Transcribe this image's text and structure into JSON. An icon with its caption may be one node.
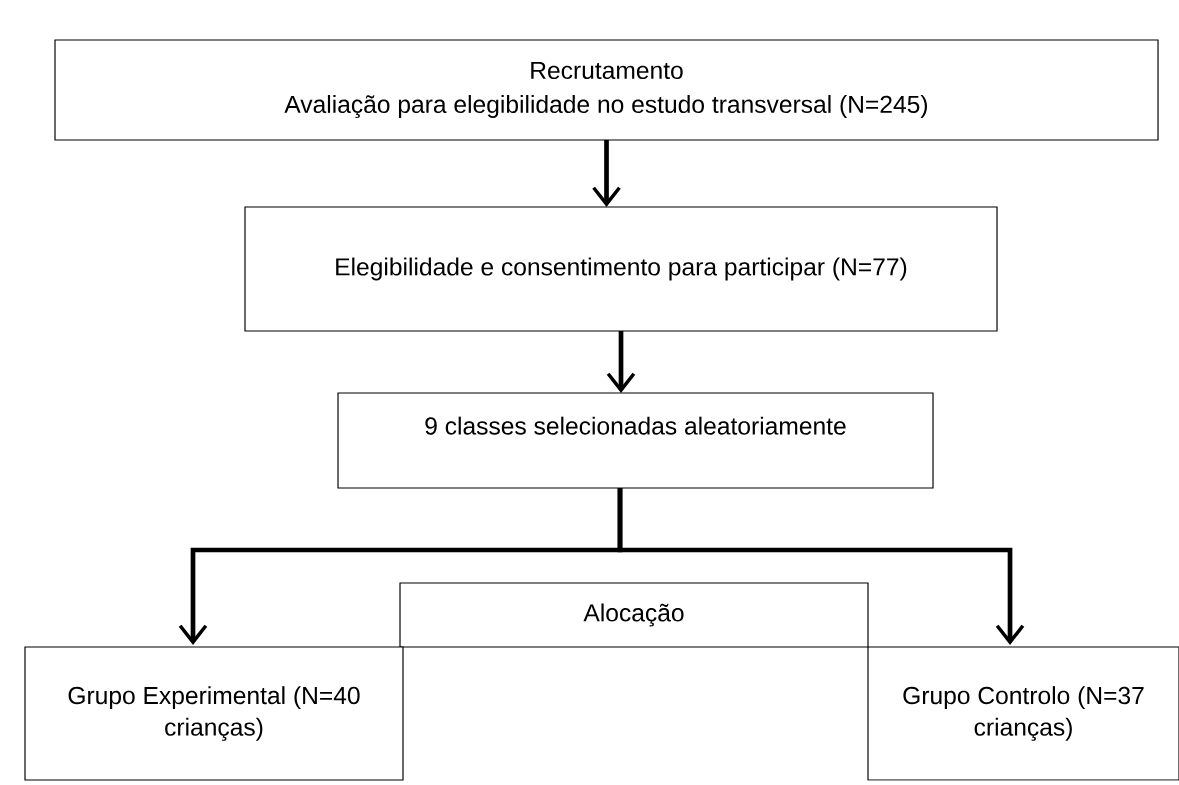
{
  "diagram": {
    "nodes": [
      {
        "text": [
          "Recrutamento",
          "Avaliação para elegibilidade no estudo transversal (N=245)"
        ]
      },
      {
        "text": [
          "Elegibilidade e consentimento para participar (N=77)"
        ]
      },
      {
        "text": [
          "9 classes selecionadas aleatoriamente"
        ]
      },
      {
        "text": [
          "Alocação"
        ]
      },
      {
        "text": [
          "Grupo Experimental (N=40 crianças)"
        ]
      },
      {
        "text": [
          "Grupo Controlo (N=37 crianças)"
        ]
      }
    ],
    "edges": [
      {
        "from": 0,
        "to": 1,
        "arrow": "to"
      },
      {
        "from": 1,
        "to": 2,
        "arrow": "to"
      },
      {
        "from": 2,
        "to": 4,
        "arrow": "to"
      },
      {
        "from": 2,
        "to": 5,
        "arrow": "to"
      }
    ]
  }
}
